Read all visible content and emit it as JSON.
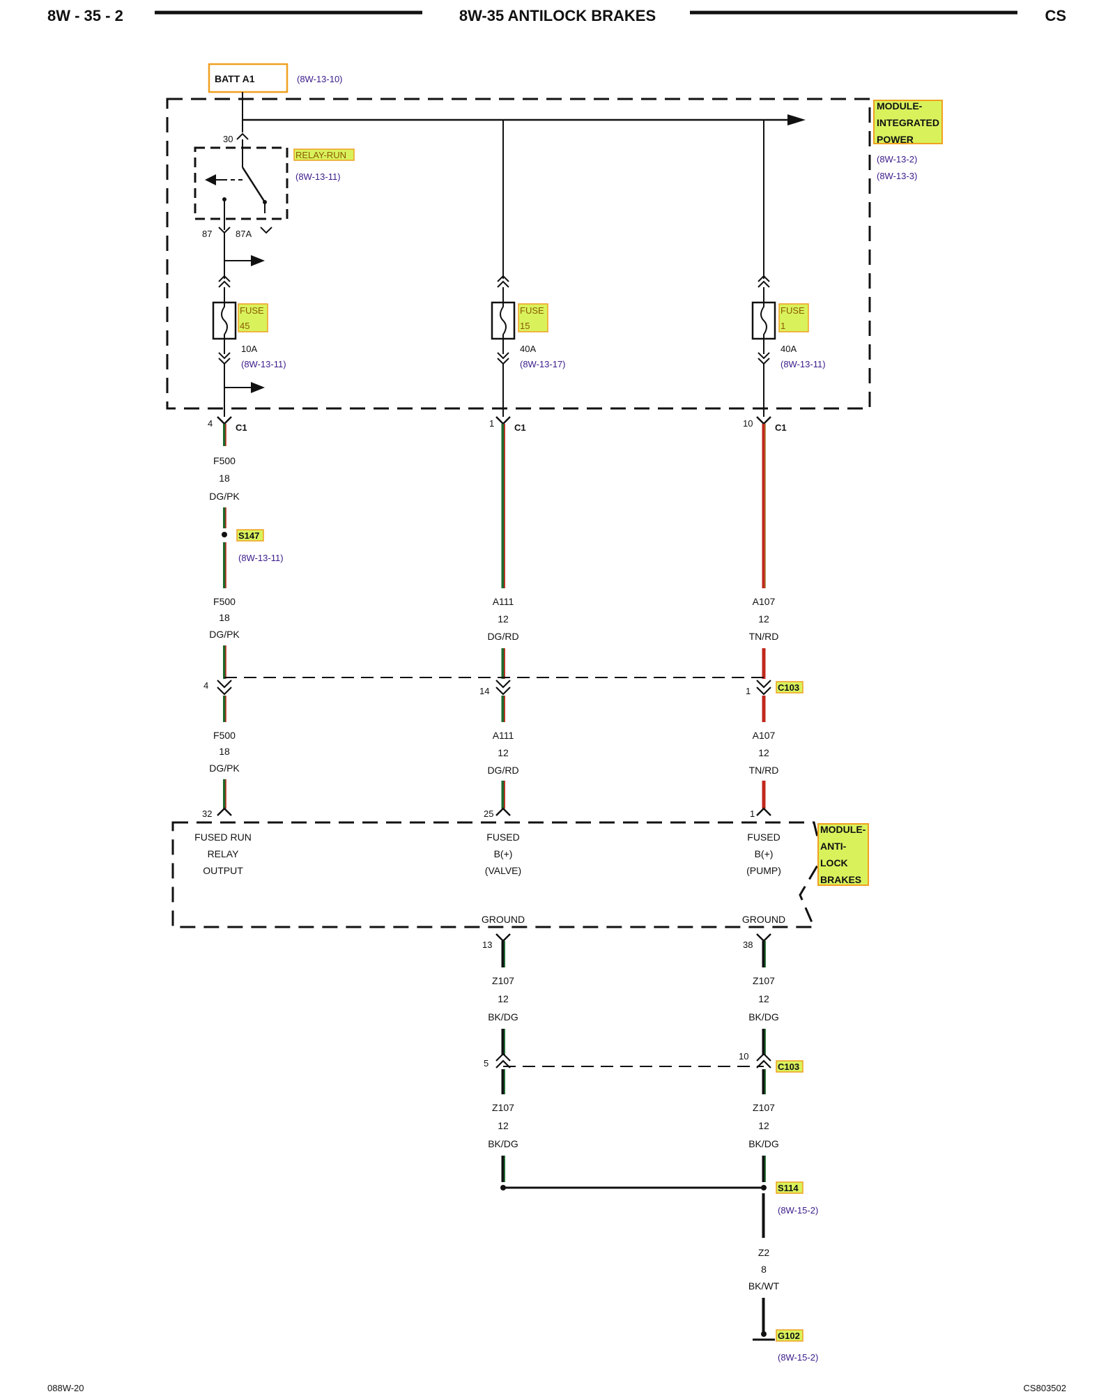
{
  "header": {
    "page_number": "8W - 35 - 2",
    "title": "8W-35 ANTILOCK BRAKES",
    "model": "CS"
  },
  "footer": {
    "left_code": "088W-20",
    "right_code": "CS803502"
  },
  "source": {
    "name": "BATT A1",
    "ref": "(8W-13-10)"
  },
  "ipm": {
    "name_lines": [
      "MODULE-",
      "INTEGRATED",
      "POWER"
    ],
    "refs": [
      "(8W-13-2)",
      "(8W-13-3)"
    ]
  },
  "relay": {
    "name": "RELAY-RUN",
    "ref": "(8W-13-11)",
    "pin_30": "30",
    "pin_87": "87",
    "pin_87a": "87A"
  },
  "fuses": [
    {
      "label": "FUSE",
      "number": "45",
      "rating": "10A",
      "ref": "(8W-13-11)"
    },
    {
      "label": "FUSE",
      "number": "15",
      "rating": "40A",
      "ref": "(8W-13-17)"
    },
    {
      "label": "FUSE",
      "number": "1",
      "rating": "40A",
      "ref": "(8W-13-11)"
    }
  ],
  "connector_c1": [
    {
      "pin": "4",
      "name": "C1"
    },
    {
      "pin": "1",
      "name": "C1"
    },
    {
      "pin": "10",
      "name": "C1"
    }
  ],
  "wires": {
    "f500": {
      "circuit": "F500",
      "gauge": "18",
      "color": "DG/PK"
    },
    "a111": {
      "circuit": "A111",
      "gauge": "12",
      "color": "DG/RD"
    },
    "a107": {
      "circuit": "A107",
      "gauge": "12",
      "color": "TN/RD"
    },
    "z107": {
      "circuit": "Z107",
      "gauge": "12",
      "color": "BK/DG"
    },
    "z2": {
      "circuit": "Z2",
      "gauge": "8",
      "color": "BK/WT"
    }
  },
  "splice_s147": {
    "name": "S147",
    "ref": "(8W-13-11)"
  },
  "c103_upper": {
    "name": "C103",
    "pins": [
      "4",
      "14",
      "1"
    ]
  },
  "abs": {
    "pins": [
      "32",
      "25",
      "1"
    ],
    "fn_1": [
      "FUSED RUN",
      "RELAY",
      "OUTPUT"
    ],
    "fn_2": [
      "FUSED",
      "B(+)",
      "(VALVE)"
    ],
    "fn_3": [
      "FUSED",
      "B(+)",
      "(PUMP)"
    ],
    "ground_label": "GROUND",
    "ground_pins": [
      "13",
      "38"
    ],
    "name_lines": [
      "MODULE-",
      "ANTI-",
      "LOCK",
      "BRAKES"
    ]
  },
  "c103_lower": {
    "name": "C103",
    "pins": [
      "5",
      "10"
    ]
  },
  "splice_s114": {
    "name": "S114",
    "ref": "(8W-15-2)"
  },
  "ground_g102": {
    "name": "G102",
    "ref": "(8W-15-2)"
  },
  "colors": {
    "highlight_fill": "#d9f25c",
    "highlight_border": "#f0a020",
    "ref_text": "#3a1a8a",
    "wire_red": "#c0281c",
    "wire_green": "#1c6a2c",
    "wire_black": "#111111"
  }
}
